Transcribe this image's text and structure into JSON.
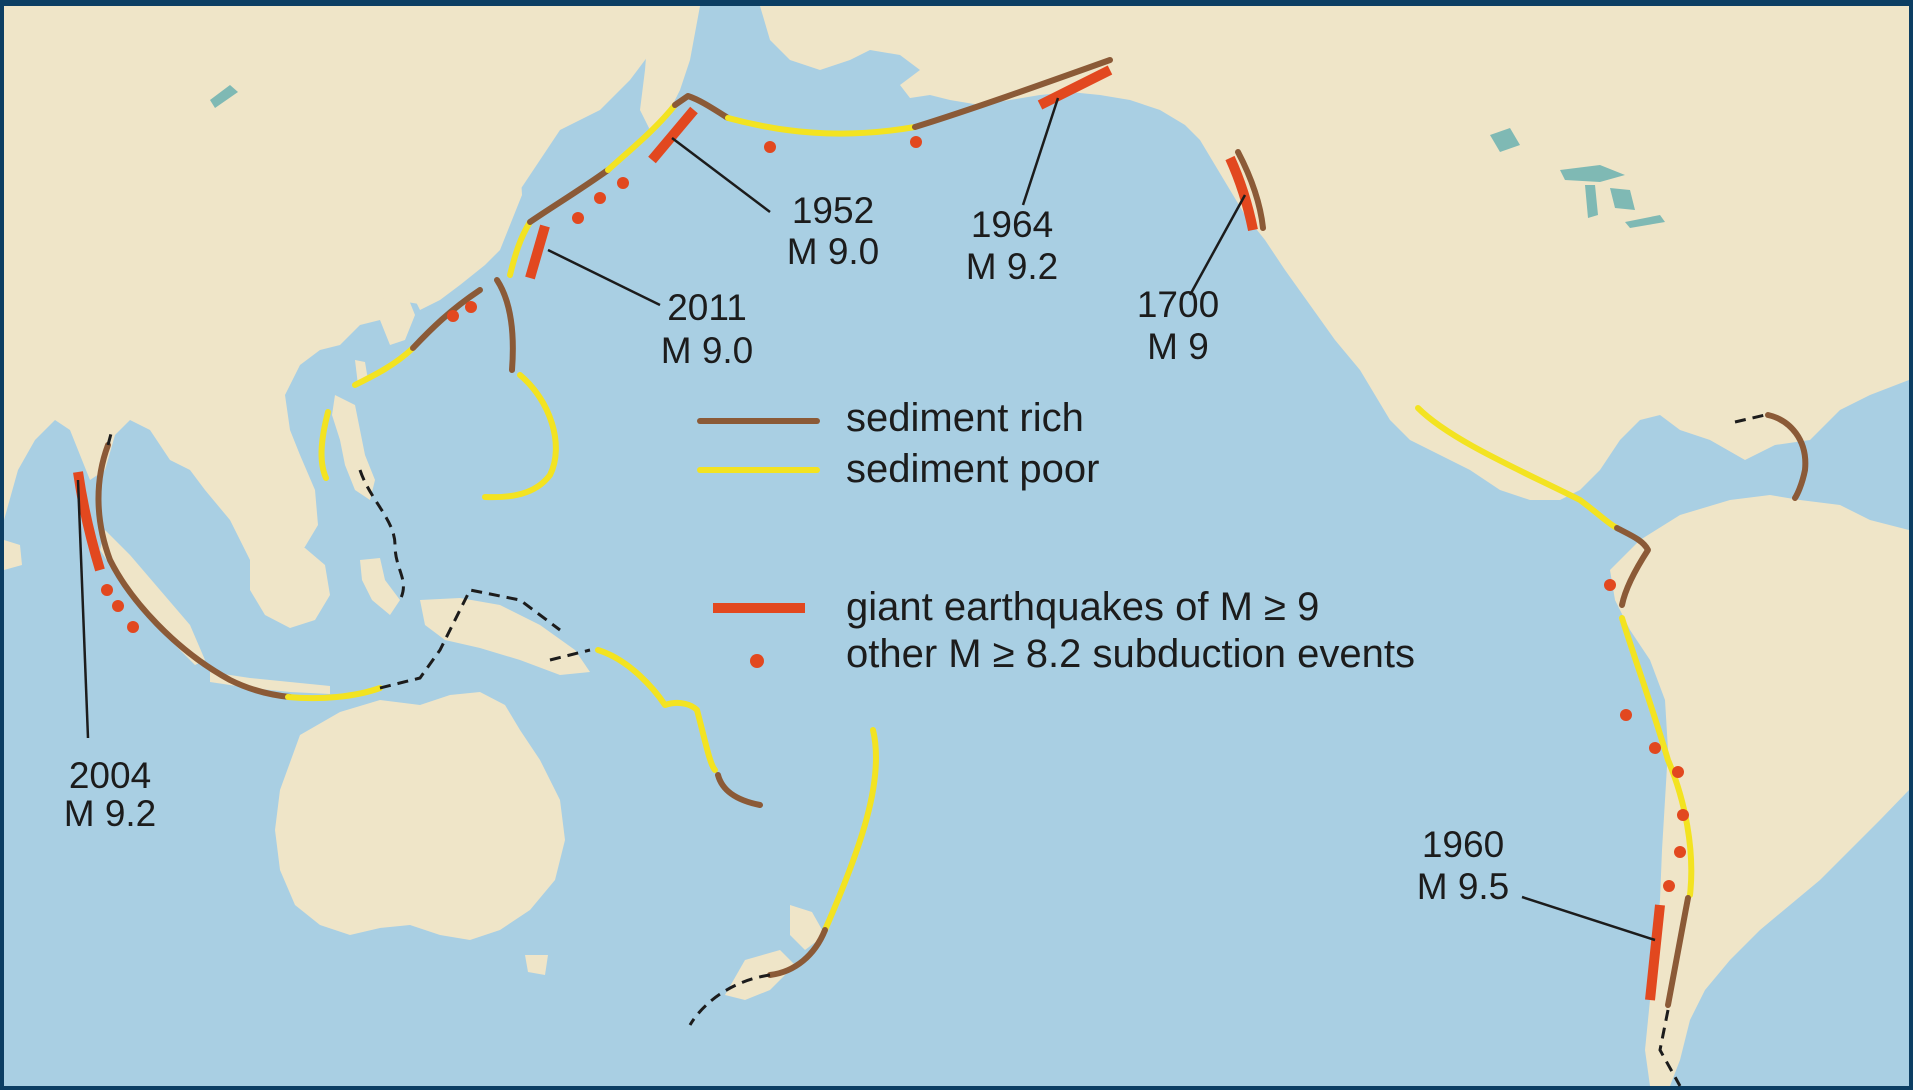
{
  "colors": {
    "ocean": "#a9cfe3",
    "land": "#efe5c8",
    "lake": "#7fb9b4",
    "frame": "#0c3e63",
    "sediment_rich": "#8b5a37",
    "sediment_poor": "#f3e321",
    "giant_quake": "#e2481f",
    "other_event": "#e2481f",
    "text": "#1c1c1c"
  },
  "legend": {
    "rich_label": "sediment rich",
    "poor_label": "sediment poor",
    "giant_label": "giant earthquakes of M ≥ 9",
    "other_label": "other M ≥ 8.2 subduction events"
  },
  "earthquakes": [
    {
      "id": "sumatra",
      "year": "2004",
      "magnitude": "M 9.2"
    },
    {
      "id": "tohoku",
      "year": "2011",
      "magnitude": "M 9.0"
    },
    {
      "id": "kamchatka",
      "year": "1952",
      "magnitude": "M 9.0"
    },
    {
      "id": "alaska",
      "year": "1964",
      "magnitude": "M 9.2"
    },
    {
      "id": "cascadia",
      "year": "1700",
      "magnitude": "M 9"
    },
    {
      "id": "chile",
      "year": "1960",
      "magnitude": "M 9.5"
    }
  ]
}
